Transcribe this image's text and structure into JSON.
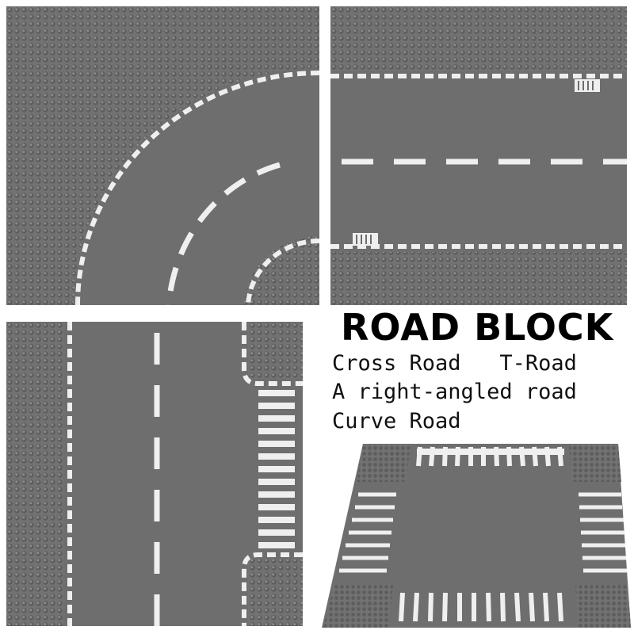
{
  "heading": "ROAD BLOCK",
  "lines": [
    "Cross Road   T-Road",
    "A right-angled road",
    "Curve Road"
  ],
  "colors": {
    "plate": "#717171",
    "stud": "#5f5f5f",
    "road": "#6f6f6f",
    "marking": "#f2f2f2"
  }
}
